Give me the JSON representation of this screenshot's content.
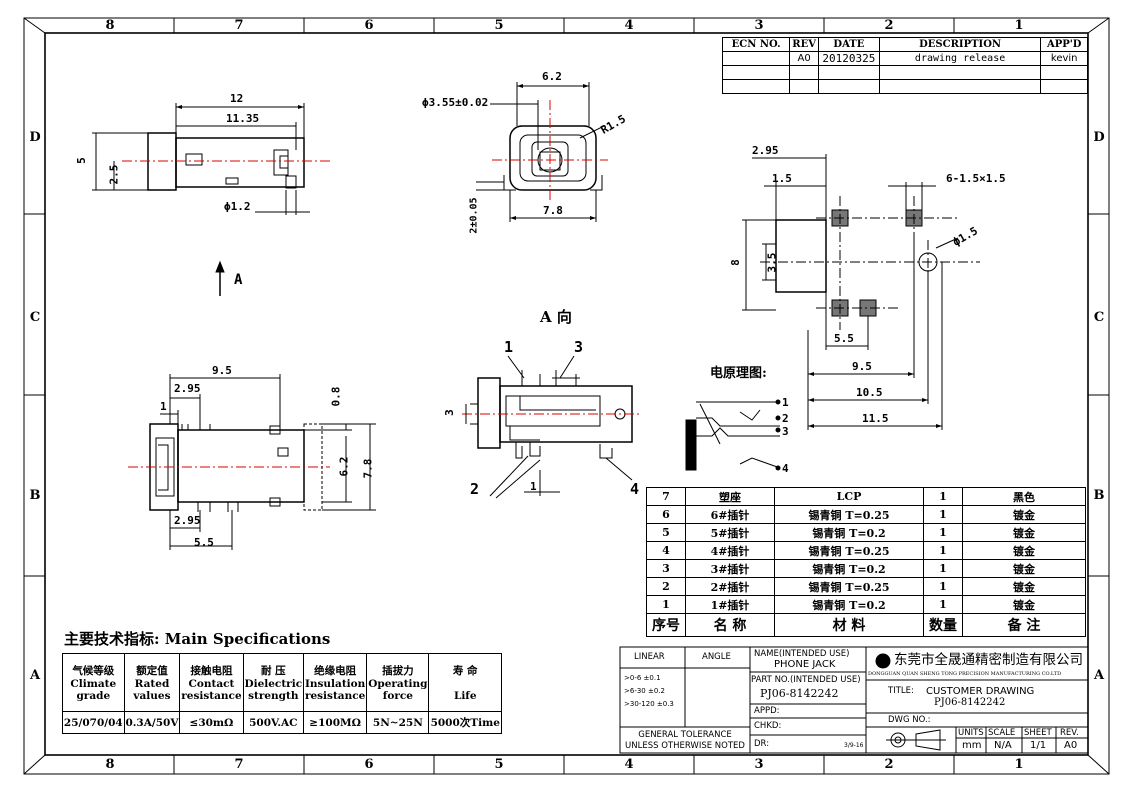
{
  "frame": {
    "zone_cols": [
      "8",
      "7",
      "6",
      "5",
      "4",
      "3",
      "2",
      "1"
    ],
    "zone_rows": [
      "D",
      "C",
      "B",
      "A"
    ]
  },
  "revision_table": {
    "headers": [
      "ECN NO.",
      "REV",
      "DATE",
      "DESCRIPTION",
      "APP'D"
    ],
    "rows": [
      [
        "",
        "A0",
        "20120325",
        "drawing release",
        "kevin"
      ],
      [
        "",
        "",
        "",
        "",
        ""
      ],
      [
        "",
        "",
        "",
        "",
        ""
      ]
    ]
  },
  "views": {
    "dims_side": [
      "12",
      "11.35",
      "5",
      "2.5",
      "ϕ1.2"
    ],
    "arrow_label": "A",
    "dims_front": [
      "6.2",
      "ϕ3.55±0.02",
      "R1.5",
      "2±0.05",
      "7.8"
    ],
    "dims_top": [
      "9.5",
      "2.95",
      "1",
      "0.8",
      "6.2",
      "7.8",
      "2.95",
      "5.5"
    ],
    "a_view_title": "A 向",
    "dims_aview": [
      "1",
      "3",
      "3",
      "2",
      "1",
      "4"
    ],
    "schematic_title": "电原理图:",
    "schematic_pins": [
      "1",
      "2",
      "3",
      "4"
    ],
    "dims_footprint": [
      "2.95",
      "1.5",
      "6-1.5×1.5",
      "ϕ1.5",
      "8",
      "3.5",
      "5.5",
      "9.5",
      "10.5",
      "11.5"
    ]
  },
  "bom": {
    "rows": [
      [
        "7",
        "塑座",
        "LCP",
        "1",
        "黑色"
      ],
      [
        "6",
        "6#插针",
        "锡青铜 T=0.25",
        "1",
        "镀金"
      ],
      [
        "5",
        "5#插针",
        "锡青铜 T=0.2",
        "1",
        "镀金"
      ],
      [
        "4",
        "4#插针",
        "锡青铜 T=0.25",
        "1",
        "镀金"
      ],
      [
        "3",
        "3#插针",
        "锡青铜 T=0.2",
        "1",
        "镀金"
      ],
      [
        "2",
        "2#插针",
        "锡青铜 T=0.25",
        "1",
        "镀金"
      ],
      [
        "1",
        "1#插针",
        "锡青铜 T=0.2",
        "1",
        "镀金"
      ]
    ],
    "header": [
      "序号",
      "名 称",
      "材 料",
      "数量",
      "备 注"
    ]
  },
  "specs": {
    "title": "主要技术指标: Main Specifications",
    "headers_cn": [
      "气候等级",
      "额定值",
      "接触电阻",
      "耐 压",
      "绝缘电阻",
      "插拔力",
      "寿 命"
    ],
    "headers_en1": [
      "Climate",
      "Rated",
      "Contact",
      "Dielectric",
      "Insulation",
      "Operating",
      ""
    ],
    "headers_en2": [
      "grade",
      "values",
      "resistance",
      "strength",
      "resistance",
      "force",
      "Life"
    ],
    "values": [
      "25/070/04",
      "0.3A/50V",
      "≤30mΩ",
      "500V.AC",
      "≥100MΩ",
      "5N~25N",
      "5000次Time"
    ]
  },
  "title_block": {
    "linear": "LINEAR",
    "angle": "ANGLE",
    "tolerances": [
      ">0-6  ±0.1",
      ">6-30  ±0.2",
      ">30-120 ±0.3"
    ],
    "gen_tol_1": "GENERAL TOLERANCE",
    "gen_tol_2": "UNLESS OTHERWISE NOTED",
    "name_label": "NAME(INTENDED USE)",
    "name_value": "PHONE JACK",
    "part_label": "PART NO.(INTENDED USE)",
    "part_value": "PJ06-8142242",
    "appd": "APPD:",
    "chkd": "CHKD:",
    "dr": "DR:",
    "dr_date": "3/9-16",
    "company_cn": "东莞市全晟通精密制造有限公司",
    "company_en": "DONGGUAN QUAN SHENG TONG PRECISION MANUFACTURING CO.LTD",
    "title_label": "TITLE:",
    "title_value1": "CUSTOMER DRAWING",
    "title_value2": "PJ06-8142242",
    "dwg_label": "DWG NO.:",
    "units_label": "UNITS",
    "units_value": "mm",
    "scale_label": "SCALE",
    "scale_value": "N/A",
    "sheet_label": "SHEET",
    "sheet_value": "1/1",
    "rev_label": "REV.",
    "rev_value": "A0"
  }
}
